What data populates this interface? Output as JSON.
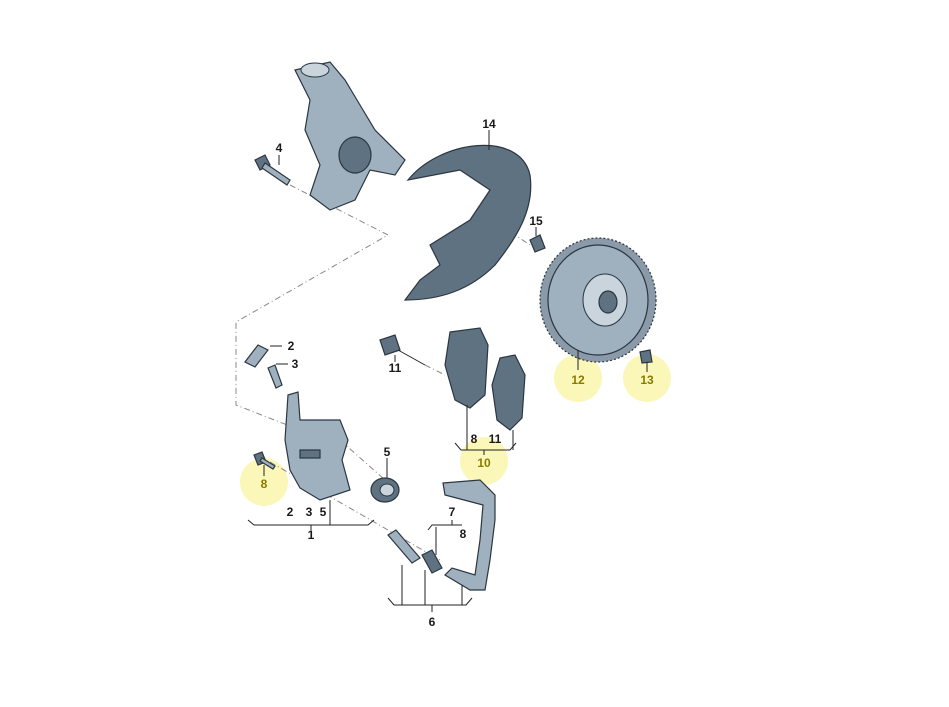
{
  "diagram": {
    "title_hidden": null,
    "highlight_color": "#f5ee7a",
    "labels": {
      "knuckle_bolt": "4",
      "splash_shield": "14",
      "shield_bolt": "15",
      "bleeder_cap": "2",
      "bleeder_valve": "3",
      "wear_sensor": "11",
      "brake_disc": "12",
      "disc_screw": "13",
      "piston_seal": "5",
      "caliper_bolt": "8",
      "pad_outer": "8",
      "pad_sensor": "11",
      "pad_set": "10",
      "caliper_sub_2": "2",
      "caliper_sub_3": "3",
      "caliper_sub_5": "5",
      "caliper": "1",
      "guide_7": "7",
      "guide_8": "8",
      "carrier_set": "6"
    }
  }
}
